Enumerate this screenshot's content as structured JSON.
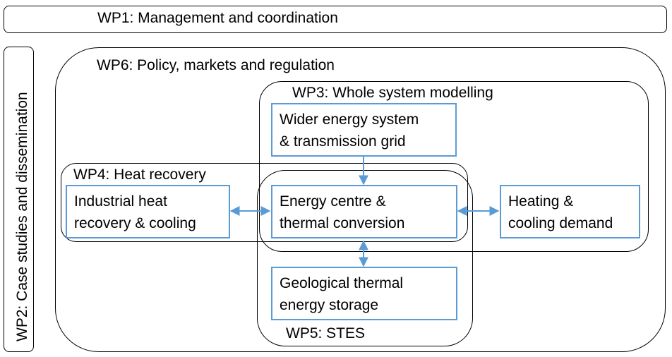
{
  "wp1": {
    "label": "WP1: Management and coordination"
  },
  "wp2": {
    "label": "WP2: Case studies and dissemination"
  },
  "wp6": {
    "label": "WP6: Policy, markets and regulation"
  },
  "wp3": {
    "label": "WP3: Whole system modelling"
  },
  "wp4": {
    "label": "WP4: Heat recovery"
  },
  "wp5": {
    "label": "WP5: STES"
  },
  "nodes": {
    "wider_energy": {
      "line1": "Wider energy system",
      "line2": "& transmission grid"
    },
    "industrial": {
      "line1": "Industrial heat",
      "line2": "recovery & cooling"
    },
    "energy_centre": {
      "line1": "Energy centre &",
      "line2": "thermal conversion"
    },
    "heating": {
      "line1": "Heating &",
      "line2": "cooling demand"
    },
    "geological": {
      "line1": "Geological thermal",
      "line2": "energy storage"
    }
  },
  "colors": {
    "node_border": "#5b9bd5",
    "arrow": "#5b9bd5",
    "frame": "#000000"
  }
}
